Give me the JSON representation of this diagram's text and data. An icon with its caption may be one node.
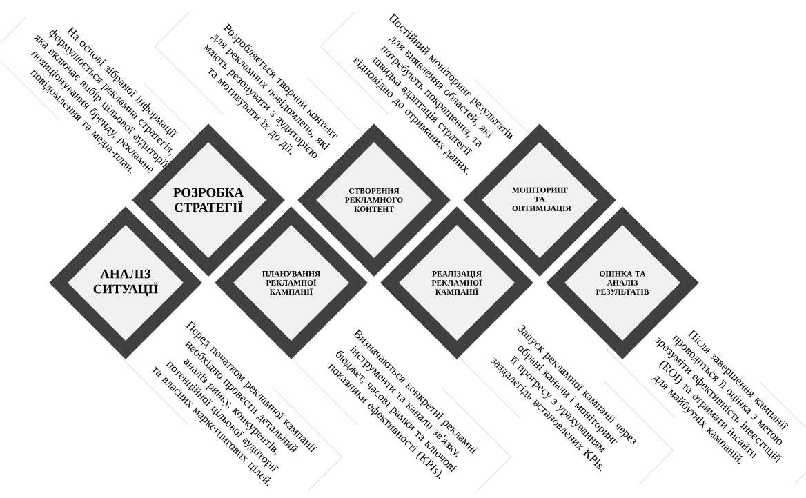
{
  "diagram": {
    "nodes": [
      {
        "text": [
          "АНАЛІЗ СИТУАЦІЇ"
        ],
        "beside": [
          "Перед початком рекламної кампанії необхідно провести детальний аналіз ринку, конкурентів, потенційної цільової аудиторії та власних маркетингових цілей."
        ]
      },
      {
        "text": [
          "РОЗРОБКА СТРАТЕГІЇ"
        ],
        "beside": [
          "На основі зібраної інформації формулюється рекламна стратегія, яка включає вибір цільової аудиторії, позиціонування бренду, рекламне повідомлення та медіа-план."
        ]
      },
      {
        "text": [
          "ПЛАНУВАННЯ РЕКЛАМНОЇ КАМПАНІЇ"
        ],
        "beside": [
          "Визначаються конкретні рекламні інструменти та канали зв'язку, бюджет, часові рамки та ключові показники ефективності (KPIs)."
        ]
      },
      {
        "text": [
          "СТВОРЕННЯ РЕКЛАМНОГО КОНТЕНТ"
        ],
        "beside": [
          "Розробляється творчий контент для рекламних повідомлень, які мають резонувати з аудиторією та мотивувати їх до дії."
        ]
      },
      {
        "text": [
          "РЕАЛІЗАЦІЯ РЕКЛАМНОЇ КАМПАНІЇ"
        ],
        "beside": [
          "Запуск рекламної кампанії через обрані канали і моніторинг її прогресу з урахуванням заздалегідь встановлених KPIs."
        ]
      },
      {
        "text": [
          "МОНІТОРИНГ ТА ОПТИМІЗАЦІЯ"
        ],
        "beside": [
          "Постійний моніторинг результатів для виявлення областей, які потребують покращення, та швидка адаптація стратегії відповідно до отриманих даних."
        ]
      },
      {
        "text": [
          "ОЦІНКА ТА АНАЛІЗ РЕЗУЛЬТАТІВ"
        ],
        "beside": [
          "Після завершення кампанії проводиться її оцінка з метою зрозуміти ефективність інвестицій (ROI) та отримати інсайти для майбутніх кампаній."
        ]
      }
    ]
  }
}
